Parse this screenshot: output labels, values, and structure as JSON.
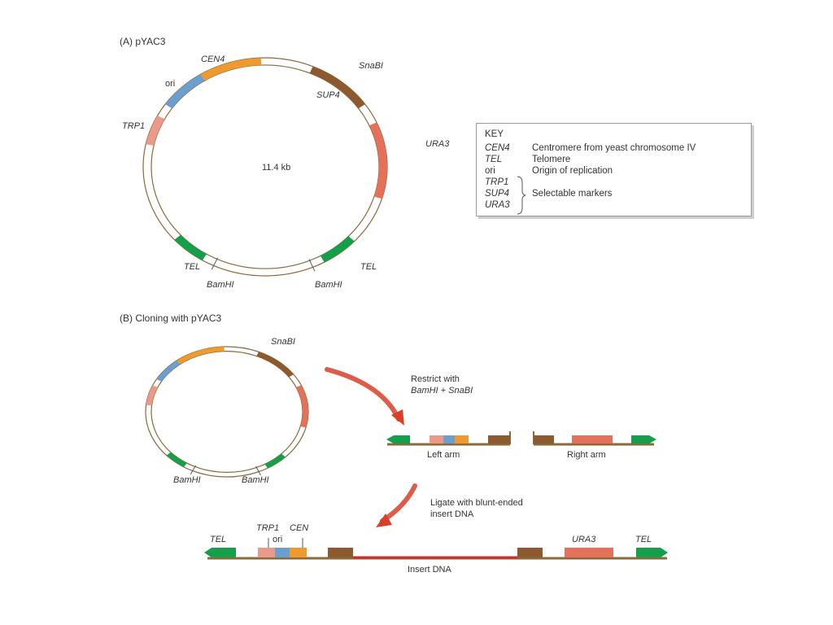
{
  "panel_a": {
    "title": "(A) pYAC3",
    "size_label": "11.4 kb",
    "labels": {
      "cen4": "CEN4",
      "snabi": "SnaBI",
      "ori": "ori",
      "sup4": "SUP4",
      "trp1": "TRP1",
      "ura3": "URA3",
      "tel_left": "TEL",
      "tel_right": "TEL",
      "bamhi_left": "BamHI",
      "bamhi_right": "BamHI"
    }
  },
  "key": {
    "title": "KEY",
    "rows": [
      {
        "term": "CEN4",
        "desc": "Centromere from yeast chromosome IV"
      },
      {
        "term": "TEL",
        "desc": "Telomere"
      },
      {
        "term": "ori",
        "desc": "Origin of replication"
      }
    ],
    "markers": [
      "TRP1",
      "SUP4",
      "URA3"
    ],
    "marker_desc": "Selectable markers"
  },
  "panel_b": {
    "title": "(B) Cloning with pYAC3",
    "snabi": "SnaBI",
    "bamhi_left": "BamHI",
    "bamhi_right": "BamHI",
    "restrict_line1": "Restrict with",
    "restrict_line2": "BamHI + SnaBI",
    "left_arm": "Left arm",
    "right_arm": "Right arm",
    "ligate_line1": "Ligate with blunt-ended",
    "ligate_line2": "insert DNA",
    "final": {
      "tel_left": "TEL",
      "trp1": "TRP1",
      "ori": "ori",
      "cen": "CEN",
      "ura3": "URA3",
      "tel_right": "TEL",
      "insert": "Insert DNA"
    }
  },
  "colors": {
    "cen": "#ef9a2e",
    "ori": "#6a9fd0",
    "trp1": "#eb9a8a",
    "sup4": "#8c5a2e",
    "ura3": "#e5715a",
    "tel": "#14a04a",
    "backbone": "#8a6a3a",
    "insert": "#d42a2a",
    "arrow": "#d8402a"
  }
}
